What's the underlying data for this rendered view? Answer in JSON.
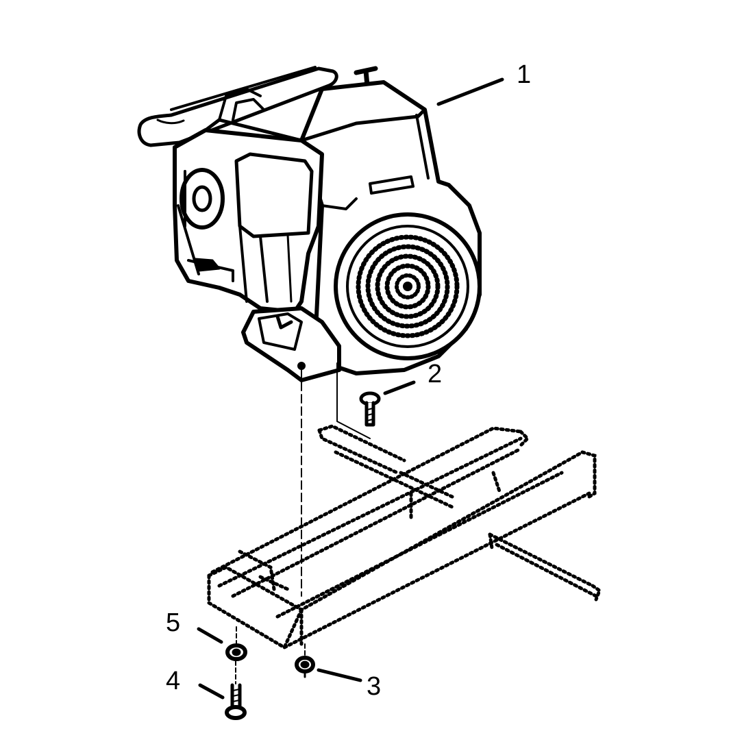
{
  "callouts": {
    "engine": "1",
    "bolt_upper": "2",
    "nut_lower": "3",
    "bolt_lower": "4",
    "spacer": "5"
  },
  "colors": {
    "ink": "#000000",
    "paper": "#ffffff"
  }
}
